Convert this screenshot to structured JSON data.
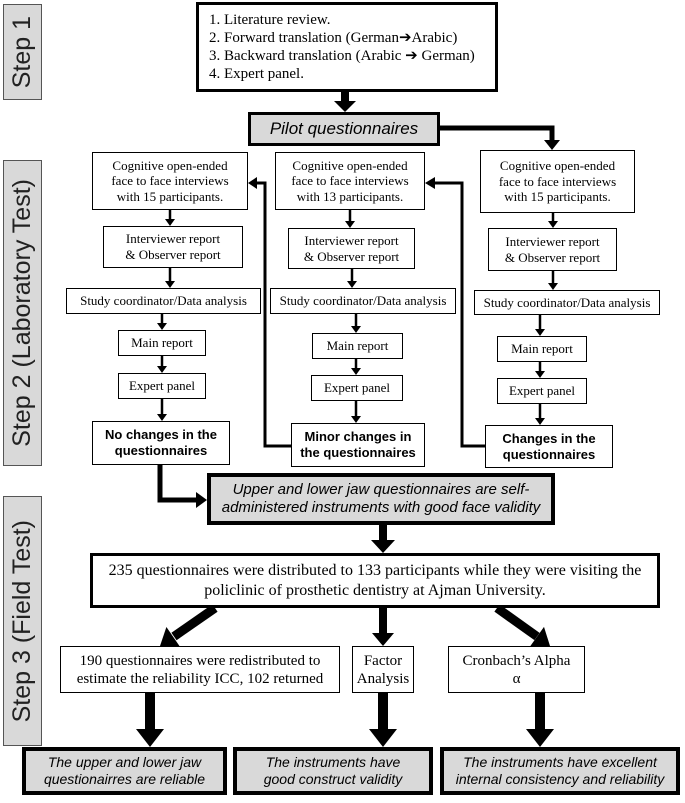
{
  "theme": {
    "highlight_fill": "#d9d9d9"
  },
  "steps": {
    "step1": "Step 1",
    "step2": "Step 2 (Laboratory Test)",
    "step3": "Step 3 (Field Test)"
  },
  "preparation": {
    "items": [
      "1. Literature review.",
      "2. Forward translation (German➔Arabic)",
      "3. Backward translation (Arabic ➔ German)",
      "4. Expert panel."
    ]
  },
  "pilot": "Pilot questionnaires",
  "laboratory": {
    "left": {
      "interviews": "Cognitive open-ended\nface to face interviews\nwith 15 participants.",
      "reports": "Interviewer report\n& Observer report",
      "analysis": "Study coordinator/Data analysis",
      "main_report": "Main report",
      "expert_panel": "Expert panel",
      "outcome": "No changes in the\nquestionnaires"
    },
    "middle": {
      "interviews": "Cognitive open-ended\nface to face interviews\nwith 13 participants.",
      "reports": "Interviewer report\n& Observer report",
      "analysis": "Study coordinator/Data analysis",
      "main_report": "Main report",
      "expert_panel": "Expert panel",
      "outcome": "Minor changes in\nthe questionnaires"
    },
    "right": {
      "interviews": "Cognitive open-ended\nface to face interviews\nwith 15 participants.",
      "reports": "Interviewer report\n& Observer report",
      "analysis": "Study coordinator/Data analysis",
      "main_report": "Main report",
      "expert_panel": "Expert panel",
      "outcome": "Changes in the\nquestionnaires"
    }
  },
  "face_validity": "Upper and lower jaw questionnaires are self-\nadministered instruments with good face validity",
  "field": {
    "distribution": "235 questionnaires were distributed to 133 participants while they were visiting the\npoliclinic of prosthetic dentistry at Ajman University.",
    "reliability_sample": "190 questionnaires were redistributed to\nestimate the reliability ICC, 102 returned",
    "factor_analysis": "Factor\nAnalysis",
    "cronbach": "Cronbach’s Alpha\nα"
  },
  "conclusions": {
    "reliable": "The upper and lower jaw\nquestionairres are reliable",
    "construct_validity": "The instruments have\ngood construct validity",
    "internal_consistency": "The instruments have excellent\ninternal consistency and reliability"
  }
}
